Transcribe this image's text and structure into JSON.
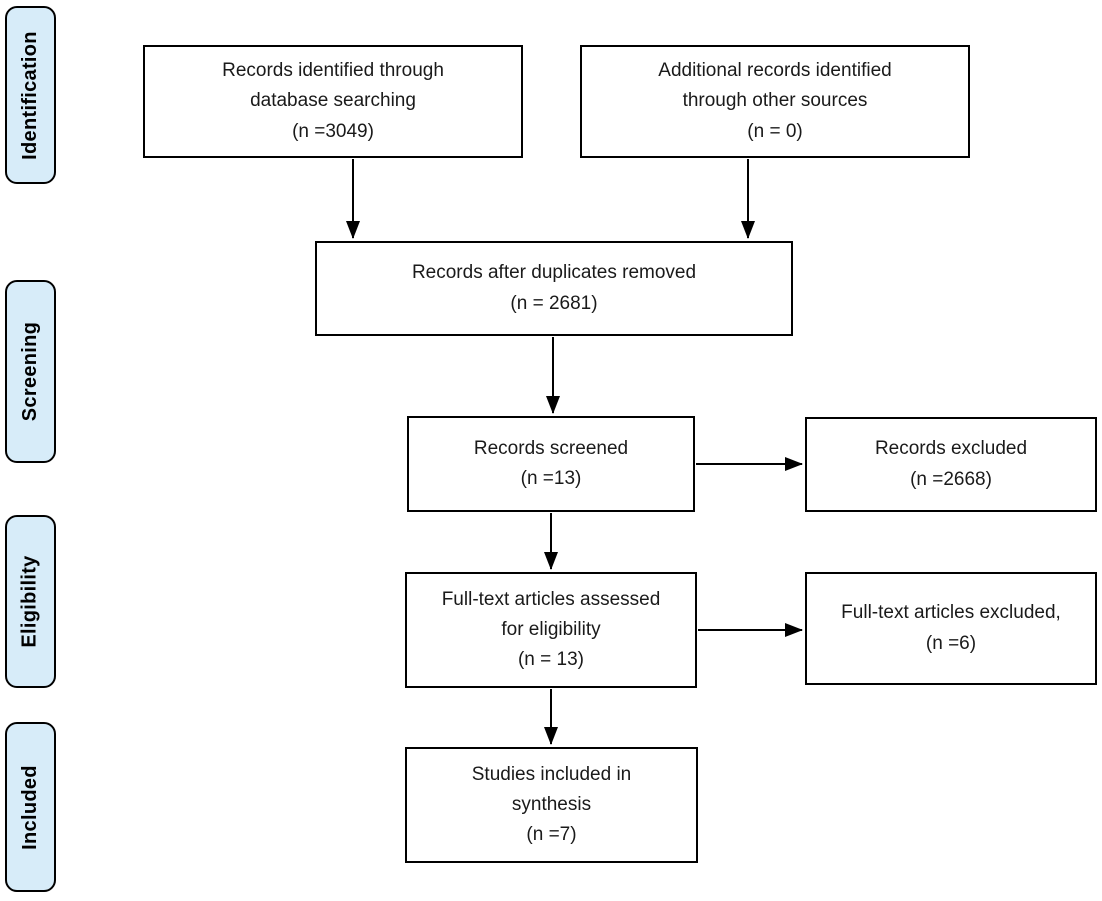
{
  "diagram": {
    "stages": [
      {
        "id": "identification",
        "label": "Identification"
      },
      {
        "id": "screening",
        "label": "Screening"
      },
      {
        "id": "eligibility",
        "label": "Eligibility"
      },
      {
        "id": "included",
        "label": "Included"
      }
    ],
    "boxes": {
      "identified": "Records identified through\ndatabase searching\n(n =3049)",
      "additional": "Additional records identified\nthrough other sources\n(n = 0)",
      "deduplicated": "Records after duplicates removed\n(n = 2681)",
      "screened": "Records screened\n(n =13)",
      "records_excluded": "Records excluded\n(n =2668)",
      "fulltext_assessed": "Full-text articles assessed\nfor eligibility\n(n = 13)",
      "fulltext_excluded": "Full-text articles excluded,\n(n =6)",
      "included_synthesis": "Studies included in\nsynthesis\n(n =7)"
    },
    "connections": [
      {
        "from": "identified",
        "to": "deduplicated"
      },
      {
        "from": "additional",
        "to": "deduplicated"
      },
      {
        "from": "deduplicated",
        "to": "screened"
      },
      {
        "from": "screened",
        "to": "records_excluded"
      },
      {
        "from": "screened",
        "to": "fulltext_assessed"
      },
      {
        "from": "fulltext_assessed",
        "to": "fulltext_excluded"
      },
      {
        "from": "fulltext_assessed",
        "to": "included_synthesis"
      }
    ],
    "colors": {
      "stage_fill": "#d7ecf9",
      "stage_border": "#000000",
      "box_fill": "#ffffff",
      "box_border": "#000000",
      "arrow": "#000000",
      "background": "#ffffff"
    }
  }
}
